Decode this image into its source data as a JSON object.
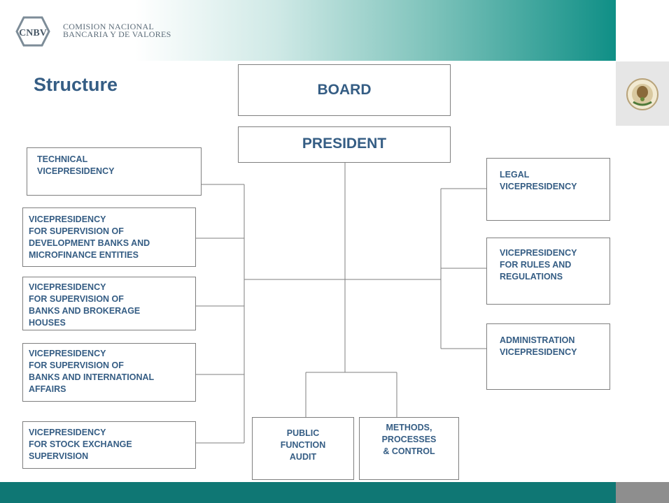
{
  "header": {
    "logo_mark": "CNBV",
    "org_line1": "COMISION NACIONAL",
    "org_line2": "BANCARIA Y DE VALORES"
  },
  "title": "Structure",
  "chart": {
    "board": "BOARD",
    "president": "PRESIDENT",
    "left": [
      "TECHNICAL\nVICEPRESIDENCY",
      "VICEPRESIDENCY\nFOR SUPERVISION OF\nDEVELOPMENT BANKS AND\nMICROFINANCE ENTITIES",
      "VICEPRESIDENCY\nFOR SUPERVISION OF\nBANKS AND BROKERAGE\nHOUSES",
      "VICEPRESIDENCY\nFOR SUPERVISION OF\nBANKS AND INTERNATIONAL\nAFFAIRS",
      "VICEPRESIDENCY\nFOR STOCK EXCHANGE\nSUPERVISION"
    ],
    "right": [
      "LEGAL\nVICEPRESIDENCY",
      "VICEPRESIDENCY\nFOR RULES AND\nREGULATIONS",
      "ADMINISTRATION\nVICEPRESIDENCY"
    ],
    "bottom": [
      "PUBLIC\nFUNCTION\nAUDIT",
      "METHODS,\nPROCESSES\n& CONTROL"
    ]
  },
  "colors": {
    "text": "#355d84",
    "footer": "#0f7774",
    "line": "#7f7f7f"
  },
  "icons": [
    "cnbv-logo-icon",
    "mexican-seal-icon"
  ]
}
